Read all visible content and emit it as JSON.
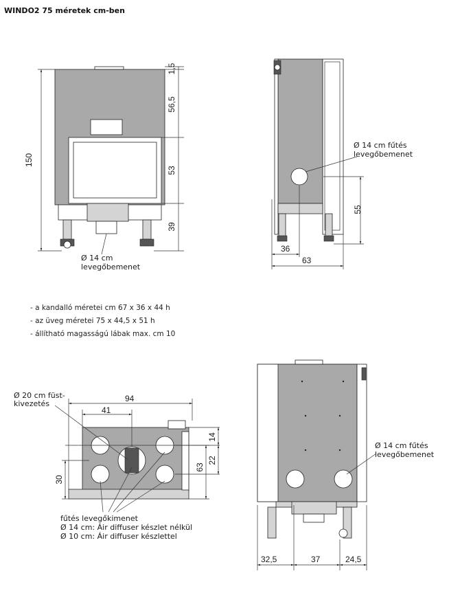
{
  "title": "WINDO2 75 méretek cm-ben",
  "front_view": {
    "dims": {
      "top": "1,5",
      "upper": "56,5",
      "glass": "53",
      "base": "39",
      "height": "150"
    },
    "inlet_label_1": "Ø 14 cm",
    "inlet_label_2": "levegőbemenet"
  },
  "side_view": {
    "label_1": "Ø 14 cm fűtés",
    "label_2": "levegőbemenet",
    "dims": {
      "height": "55",
      "inlet": "36",
      "depth": "63"
    }
  },
  "specs": [
    "- a kandalló méretei cm 67 x 36 x 44 h",
    "- az üveg méretei  75 x 44,5 x 51 h",
    "- állítható magasságú lábak max. cm 10"
  ],
  "top_view": {
    "smoke_label_1": "Ø 20 cm füst-",
    "smoke_label_2": "kivezetés",
    "dims": {
      "width": "94",
      "center": "41",
      "d14": "14",
      "d22": "22",
      "d63": "63",
      "d30": "30"
    },
    "outlet_title": "fűtés levegőkimenet",
    "outlet_line_1": "Ø 14 cm: Áir diffuser készlet nélkül",
    "outlet_line_2": "Ø 10 cm: Áir diffuser készlettel"
  },
  "back_view": {
    "label_1": "Ø 14 cm fűtés",
    "label_2": "levegőbemenet",
    "dims": {
      "left": "32,5",
      "middle": "37",
      "right": "24,5"
    }
  }
}
